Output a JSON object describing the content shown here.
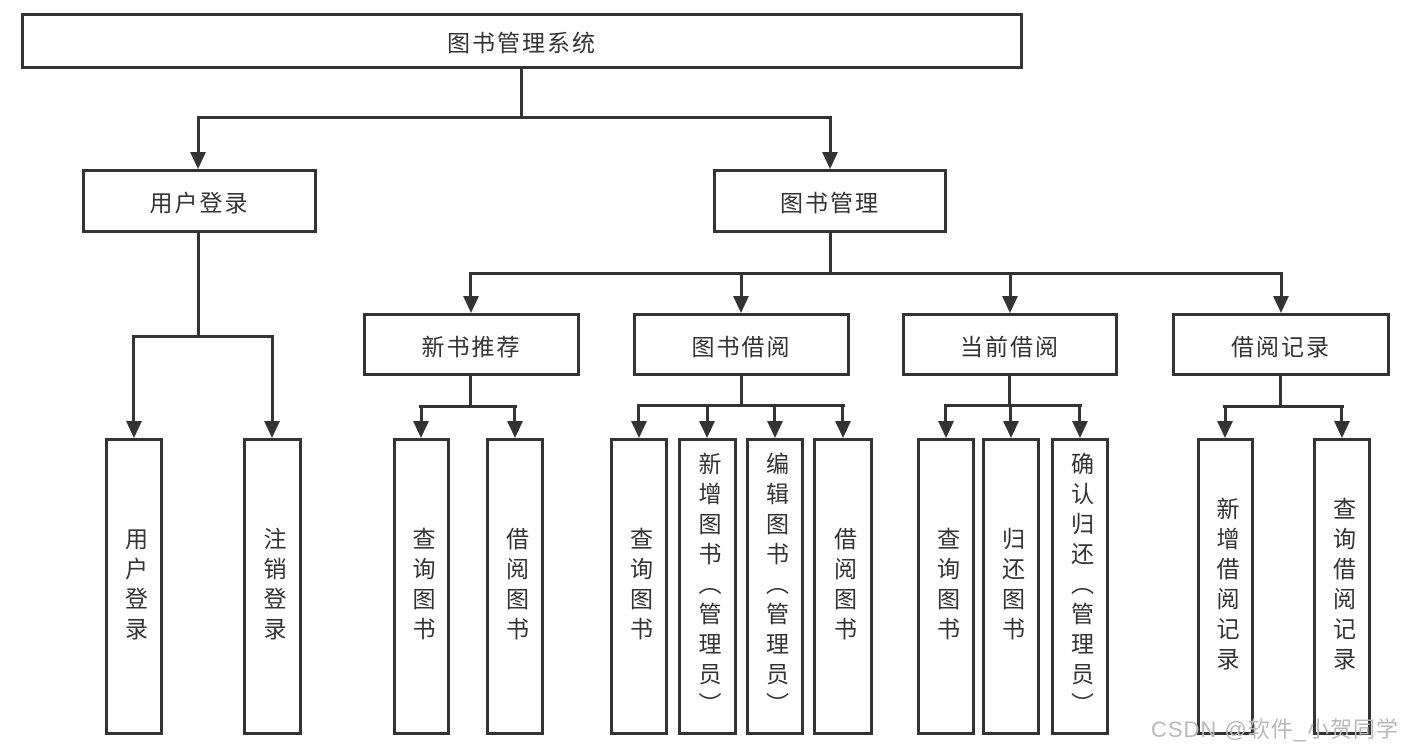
{
  "tree": {
    "root": "图书管理系统",
    "login": {
      "label": "用户登录",
      "children": [
        "用户登录",
        "注销登录"
      ]
    },
    "mgmt": {
      "label": "图书管理",
      "sections": [
        {
          "label": "新书推荐",
          "children": [
            "查询图书",
            "借阅图书"
          ]
        },
        {
          "label": "图书借阅",
          "children": [
            "查询图书",
            "新增图书（管理员）",
            "编辑图书（管理员）",
            "借阅图书"
          ]
        },
        {
          "label": "当前借阅",
          "children": [
            "查询图书",
            "归还图书",
            "确认归还（管理员）"
          ]
        },
        {
          "label": "借阅记录",
          "children": [
            "新增借阅记录",
            "查询借阅记录"
          ]
        }
      ]
    }
  },
  "watermark": "CSDN @软件_小贺同学",
  "colors": {
    "line": "#333333",
    "watermark": "#b9b9b9",
    "background": "#ffffff"
  }
}
